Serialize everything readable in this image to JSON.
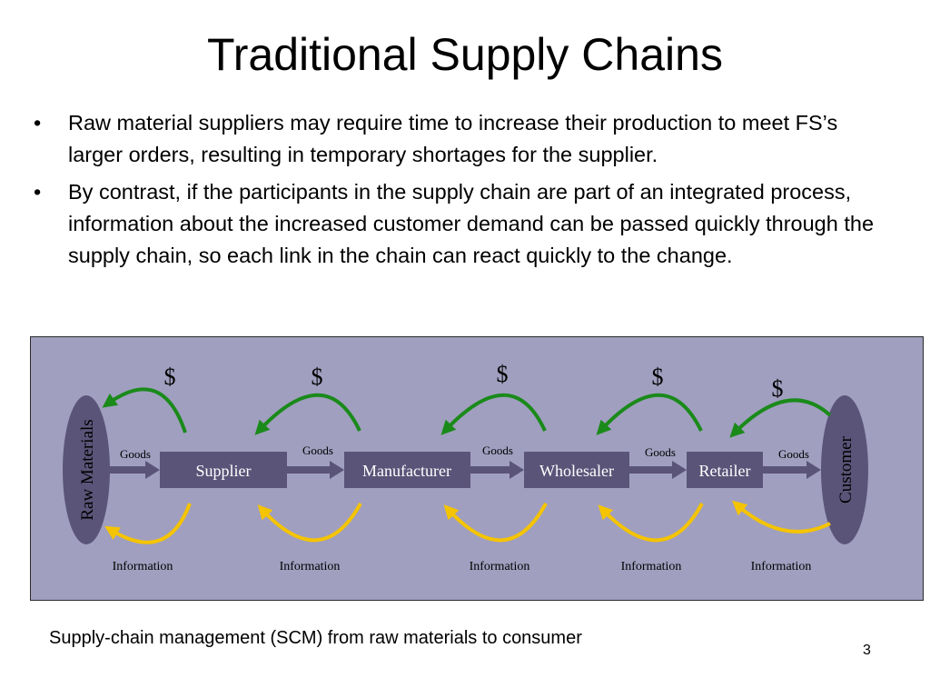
{
  "slide": {
    "title": "Traditional Supply Chains",
    "bullets": [
      "Raw material suppliers may require time to increase their production to meet FS’s larger orders, resulting in temporary shortages for the supplier.",
      "By contrast, if the participants in the supply chain are part of an integrated process, information about the increased customer demand can be passed quickly through the supply chain, so each link in the chain can react quickly to the change."
    ],
    "bullet_symbol": "•",
    "caption": "Supply-chain management (SCM) from raw materials to consumer",
    "page_number": "3"
  },
  "diagram": {
    "endpoints": {
      "start": "Raw Materials",
      "end": "Customer"
    },
    "nodes": [
      "Supplier",
      "Manufacturer",
      "Wholesaler",
      "Retailer"
    ],
    "goods_label": "Goods",
    "information_label": "Information",
    "money_label": "$",
    "colors": {
      "background": "#a09fbf",
      "node_fill": "#5b5479",
      "node_text": "#ffffff",
      "flow_arrow": "#5b5479",
      "money_arrow": "#1a8a1a",
      "information_arrow": "#f5c400"
    }
  }
}
